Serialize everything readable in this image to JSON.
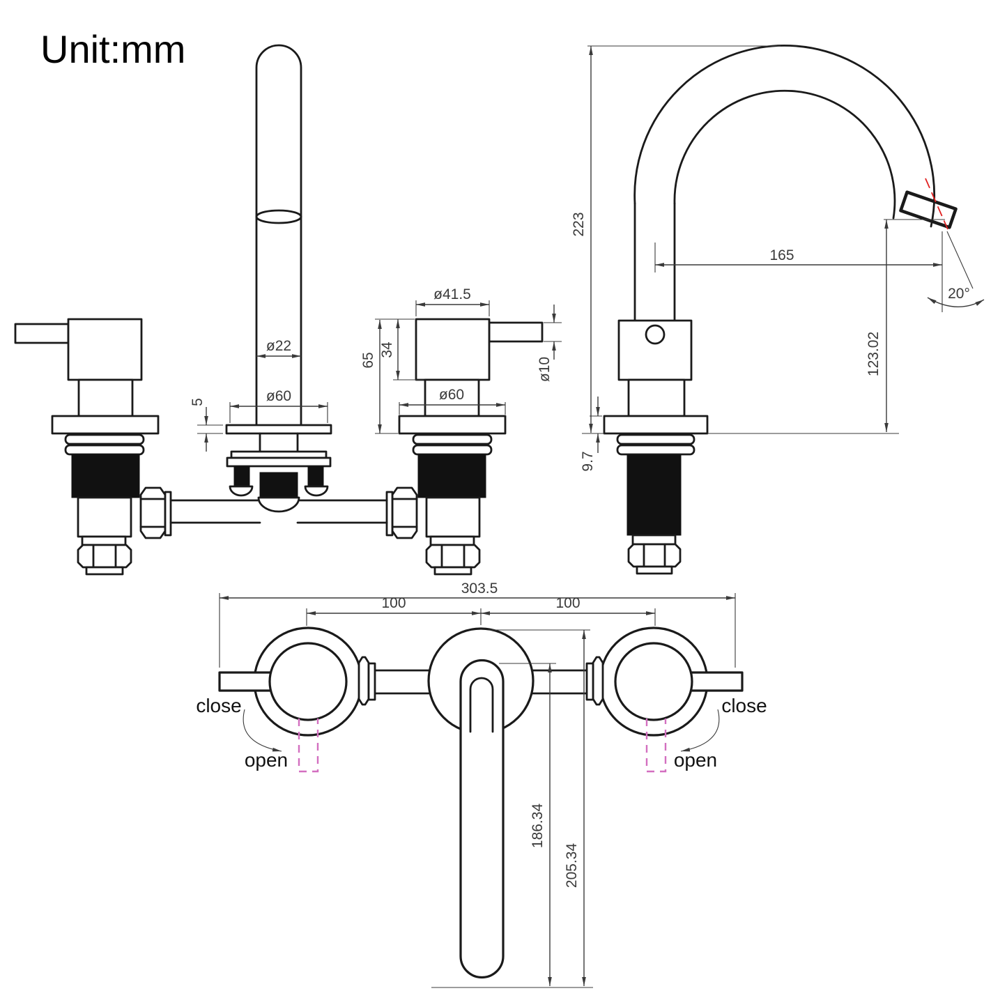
{
  "drawing": {
    "unit_label": "Unit:mm",
    "front_view": {
      "spout_tube_diameter": "ø22",
      "spout_flange_diameter": "ø60",
      "spout_flange_thickness": "5",
      "handle_top_diameter": "ø41.5",
      "handle_upper_height": "34",
      "handle_total_height": "65",
      "lever_diameter": "ø10",
      "handle_flange_diameter": "ø60"
    },
    "side_view": {
      "overall_height": "223",
      "spout_reach": "165",
      "spout_tip_angle": "20°",
      "spout_tip_height": "123.02",
      "deck_flange_thickness": "9.7"
    },
    "bottom_view": {
      "overall_width": "303.5",
      "left_handle_spacing": "100",
      "right_handle_spacing": "100",
      "handle_sweep_inner": "186.34",
      "handle_sweep_outer": "205.34",
      "left_handle_close": "close",
      "left_handle_open": "open",
      "right_handle_close": "close",
      "right_handle_open": "open"
    },
    "colors": {
      "line": "#1a1a1a",
      "dimension": "#3a3a3a",
      "red_centerline": "#e02020",
      "open_position_dashed": "#d36fc0"
    }
  }
}
